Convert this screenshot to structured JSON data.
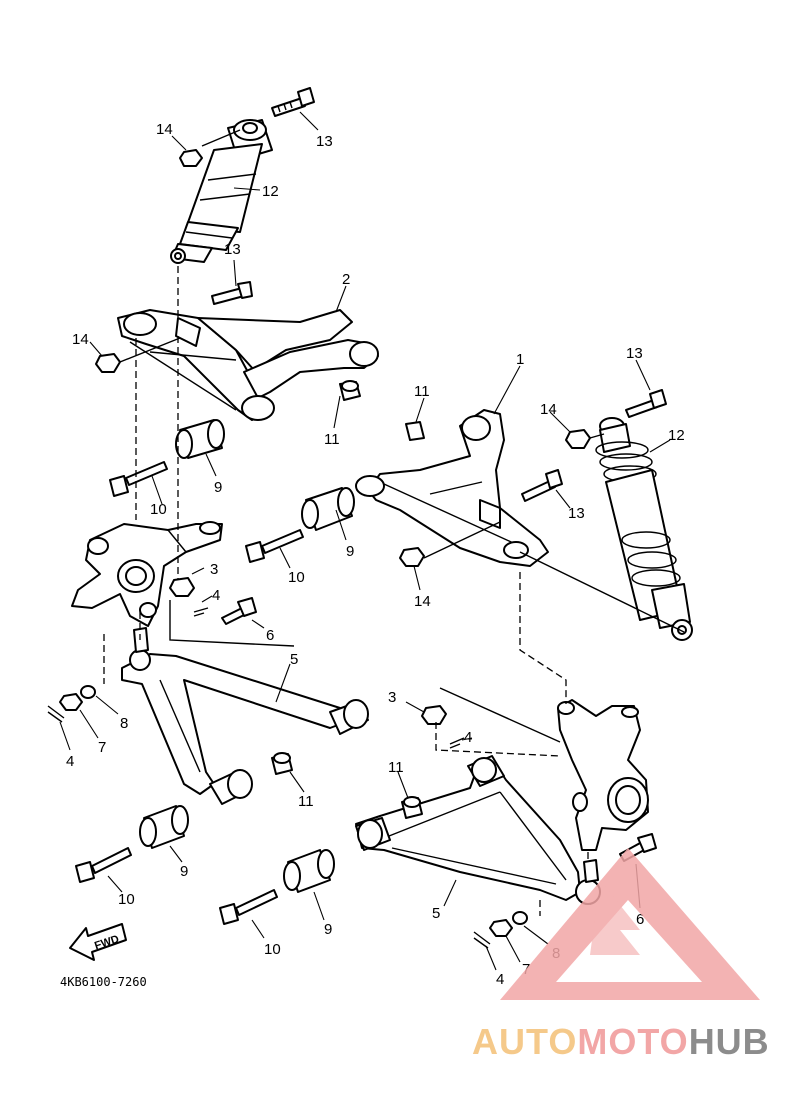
{
  "diagram": {
    "part_code": "4KB6100-7260",
    "fwd_label": "FWD",
    "callouts": [
      {
        "id": "c13a",
        "text": "13"
      },
      {
        "id": "c14a",
        "text": "14"
      },
      {
        "id": "c12a",
        "text": "12"
      },
      {
        "id": "c13b",
        "text": "13"
      },
      {
        "id": "c2",
        "text": "2"
      },
      {
        "id": "c14b",
        "text": "14"
      },
      {
        "id": "c11a",
        "text": "11"
      },
      {
        "id": "c9a",
        "text": "9"
      },
      {
        "id": "c10a",
        "text": "10"
      },
      {
        "id": "c1",
        "text": "1"
      },
      {
        "id": "c11b",
        "text": "11"
      },
      {
        "id": "c13c",
        "text": "13"
      },
      {
        "id": "c14c",
        "text": "14"
      },
      {
        "id": "c12b",
        "text": "12"
      },
      {
        "id": "c13d",
        "text": "13"
      },
      {
        "id": "c9b",
        "text": "9"
      },
      {
        "id": "c10b",
        "text": "10"
      },
      {
        "id": "c14d",
        "text": "14"
      },
      {
        "id": "c3a",
        "text": "3"
      },
      {
        "id": "c4a",
        "text": "4"
      },
      {
        "id": "c6a",
        "text": "6"
      },
      {
        "id": "c5a",
        "text": "5"
      },
      {
        "id": "c8a",
        "text": "8"
      },
      {
        "id": "c7a",
        "text": "7"
      },
      {
        "id": "c4b",
        "text": "4"
      },
      {
        "id": "c11c",
        "text": "11"
      },
      {
        "id": "c9c",
        "text": "9"
      },
      {
        "id": "c10c",
        "text": "10"
      },
      {
        "id": "c3b",
        "text": "3"
      },
      {
        "id": "c4c",
        "text": "4"
      },
      {
        "id": "c11d",
        "text": "11"
      },
      {
        "id": "c10d",
        "text": "10"
      },
      {
        "id": "c9d",
        "text": "9"
      },
      {
        "id": "c5b",
        "text": "5"
      },
      {
        "id": "c6b",
        "text": "6"
      },
      {
        "id": "c8b",
        "text": "8"
      },
      {
        "id": "c7b",
        "text": "7"
      },
      {
        "id": "c4d",
        "text": "4"
      }
    ]
  },
  "watermark": {
    "auto": "AUTO",
    "moto": "MOTO",
    "hub": "HUB",
    "color_accent": "#f2a6a6",
    "color_gold": "#f5c98a",
    "color_gray": "#8c8c8c"
  }
}
